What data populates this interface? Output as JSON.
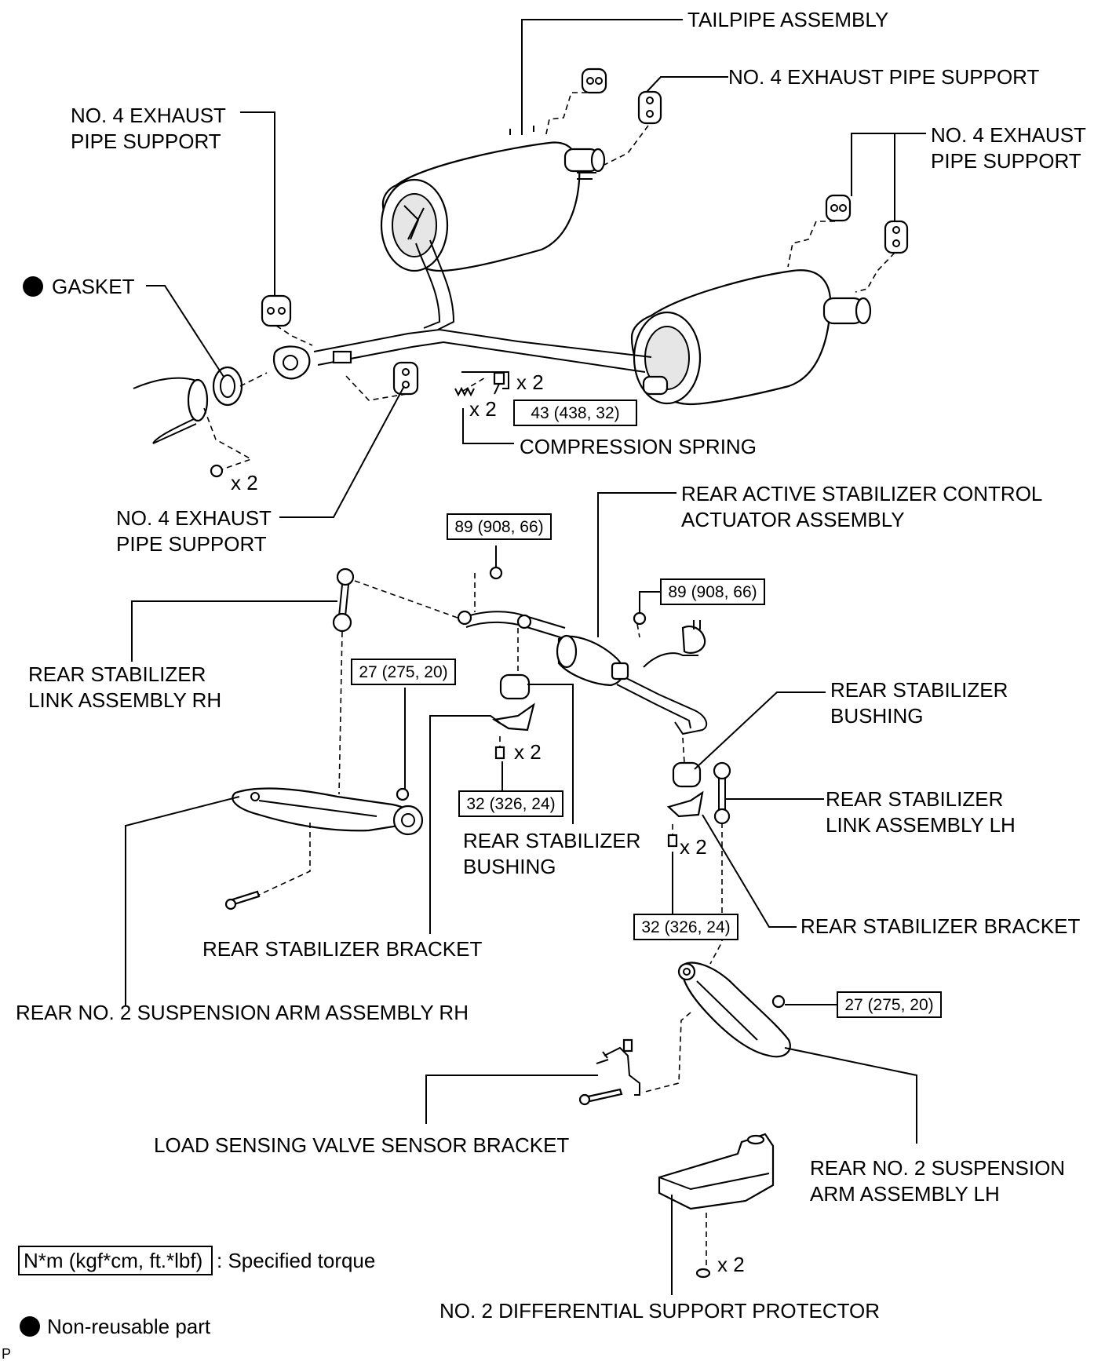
{
  "labels": {
    "tailpipe_assembly": "TAILPIPE ASSEMBLY",
    "support_top_right": "NO. 4 EXHAUST PIPE SUPPORT",
    "support_left_l1": "NO. 4 EXHAUST",
    "support_left_l2": "PIPE SUPPORT",
    "support_right_l1": "NO. 4 EXHAUST",
    "support_right_l2": "PIPE SUPPORT",
    "gasket": "GASKET",
    "qty_spring": "x 2",
    "qty_bolt": "x 2",
    "compression_spring": "COMPRESSION SPRING",
    "qty_nut_gasket": "x 2",
    "support_lower_l1": "NO. 4 EXHAUST",
    "support_lower_l2": "PIPE SUPPORT",
    "actuator_l1": "REAR ACTIVE STABILIZER CONTROL",
    "actuator_l2": "ACTUATOR ASSEMBLY",
    "link_rh_l1": "REAR STABILIZER",
    "link_rh_l2": "LINK ASSEMBLY RH",
    "bushing_right_l1": "REAR STABILIZER",
    "bushing_right_l2": "BUSHING",
    "qty_bracket_left": "x 2",
    "link_lh_l1": "REAR STABILIZER",
    "link_lh_l2": "LINK ASSEMBLY LH",
    "bushing_center_l1": "REAR STABILIZER",
    "bushing_center_l2": "BUSHING",
    "qty_bracket_right": "x 2",
    "bracket_right": "REAR STABILIZER BRACKET",
    "bracket_left": "REAR STABILIZER BRACKET",
    "arm_rh": "REAR NO. 2 SUSPENSION ARM ASSEMBLY RH",
    "load_sensing_bracket": "LOAD SENSING VALVE SENSOR BRACKET",
    "arm_lh_l1": "REAR NO. 2 SUSPENSION",
    "arm_lh_l2": "ARM ASSEMBLY LH",
    "qty_protector": "x 2",
    "protector": "NO. 2 DIFFERENTIAL SUPPORT PROTECTOR",
    "corner_code": "P"
  },
  "torques": {
    "bolt_exhaust": "43 (438, 32)",
    "nut_actuator_left": "89 (908, 66)",
    "nut_actuator_right": "89 (908, 66)",
    "nut_arm_rh": "27 (275, 20)",
    "bolt_bracket_left": "32 (326, 24)",
    "bolt_bracket_right": "32 (326, 24)",
    "nut_arm_lh": "27 (275, 20)"
  },
  "legend": {
    "torque_unit": "N*m (kgf*cm, ft.*lbf)",
    "torque_desc": ": Specified torque",
    "nonreusable": "Non-reusable part"
  }
}
